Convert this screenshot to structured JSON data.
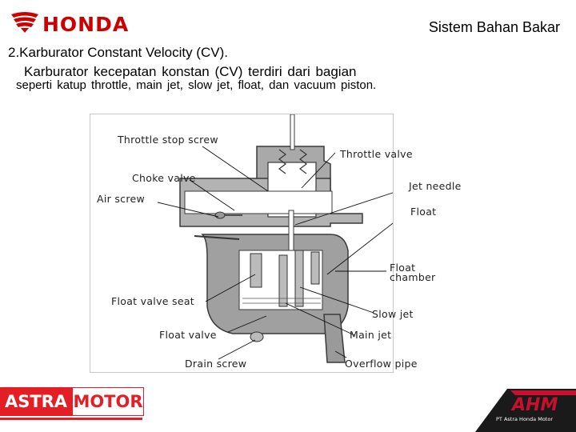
{
  "header": {
    "brand": "HONDA",
    "section_title": "Sistem Bahan Bakar"
  },
  "content": {
    "heading": "2.Karburator Constant Velocity (CV).",
    "line1": "Karburator  kecepatan  konstan  (CV)  terdiri  dari  bagian",
    "line2": "seperti  katup  throttle,  main jet,  slow  jet,  float, dan vacuum piston."
  },
  "diagram": {
    "labels": {
      "throttle_stop_screw": "Throttle stop screw",
      "throttle_valve": "Throttle valve",
      "choke_valve": "Choke valve",
      "jet_needle": "Jet needle",
      "air_screw": "Air screw",
      "float": "Float",
      "float_chamber_1": "Float",
      "float_chamber_2": "chamber",
      "float_valve_seat": "Float valve seat",
      "slow_jet": "Slow jet",
      "float_valve": "Float valve",
      "main_jet": "Main jet",
      "drain_screw": "Drain screw",
      "overflow_pipe": "Overflow pipe"
    },
    "colors": {
      "body_fill": "#a9a9a9",
      "body_stroke": "#3a3a3a"
    }
  },
  "footer": {
    "astra_left": "ASTRA",
    "astra_right": "MOTOR",
    "ahm_logo": "AHM",
    "ahm_tagline": "PT Astra Honda Motor",
    "colors": {
      "astra_red": "#e31e24",
      "ahm_red": "#c8102e"
    }
  }
}
